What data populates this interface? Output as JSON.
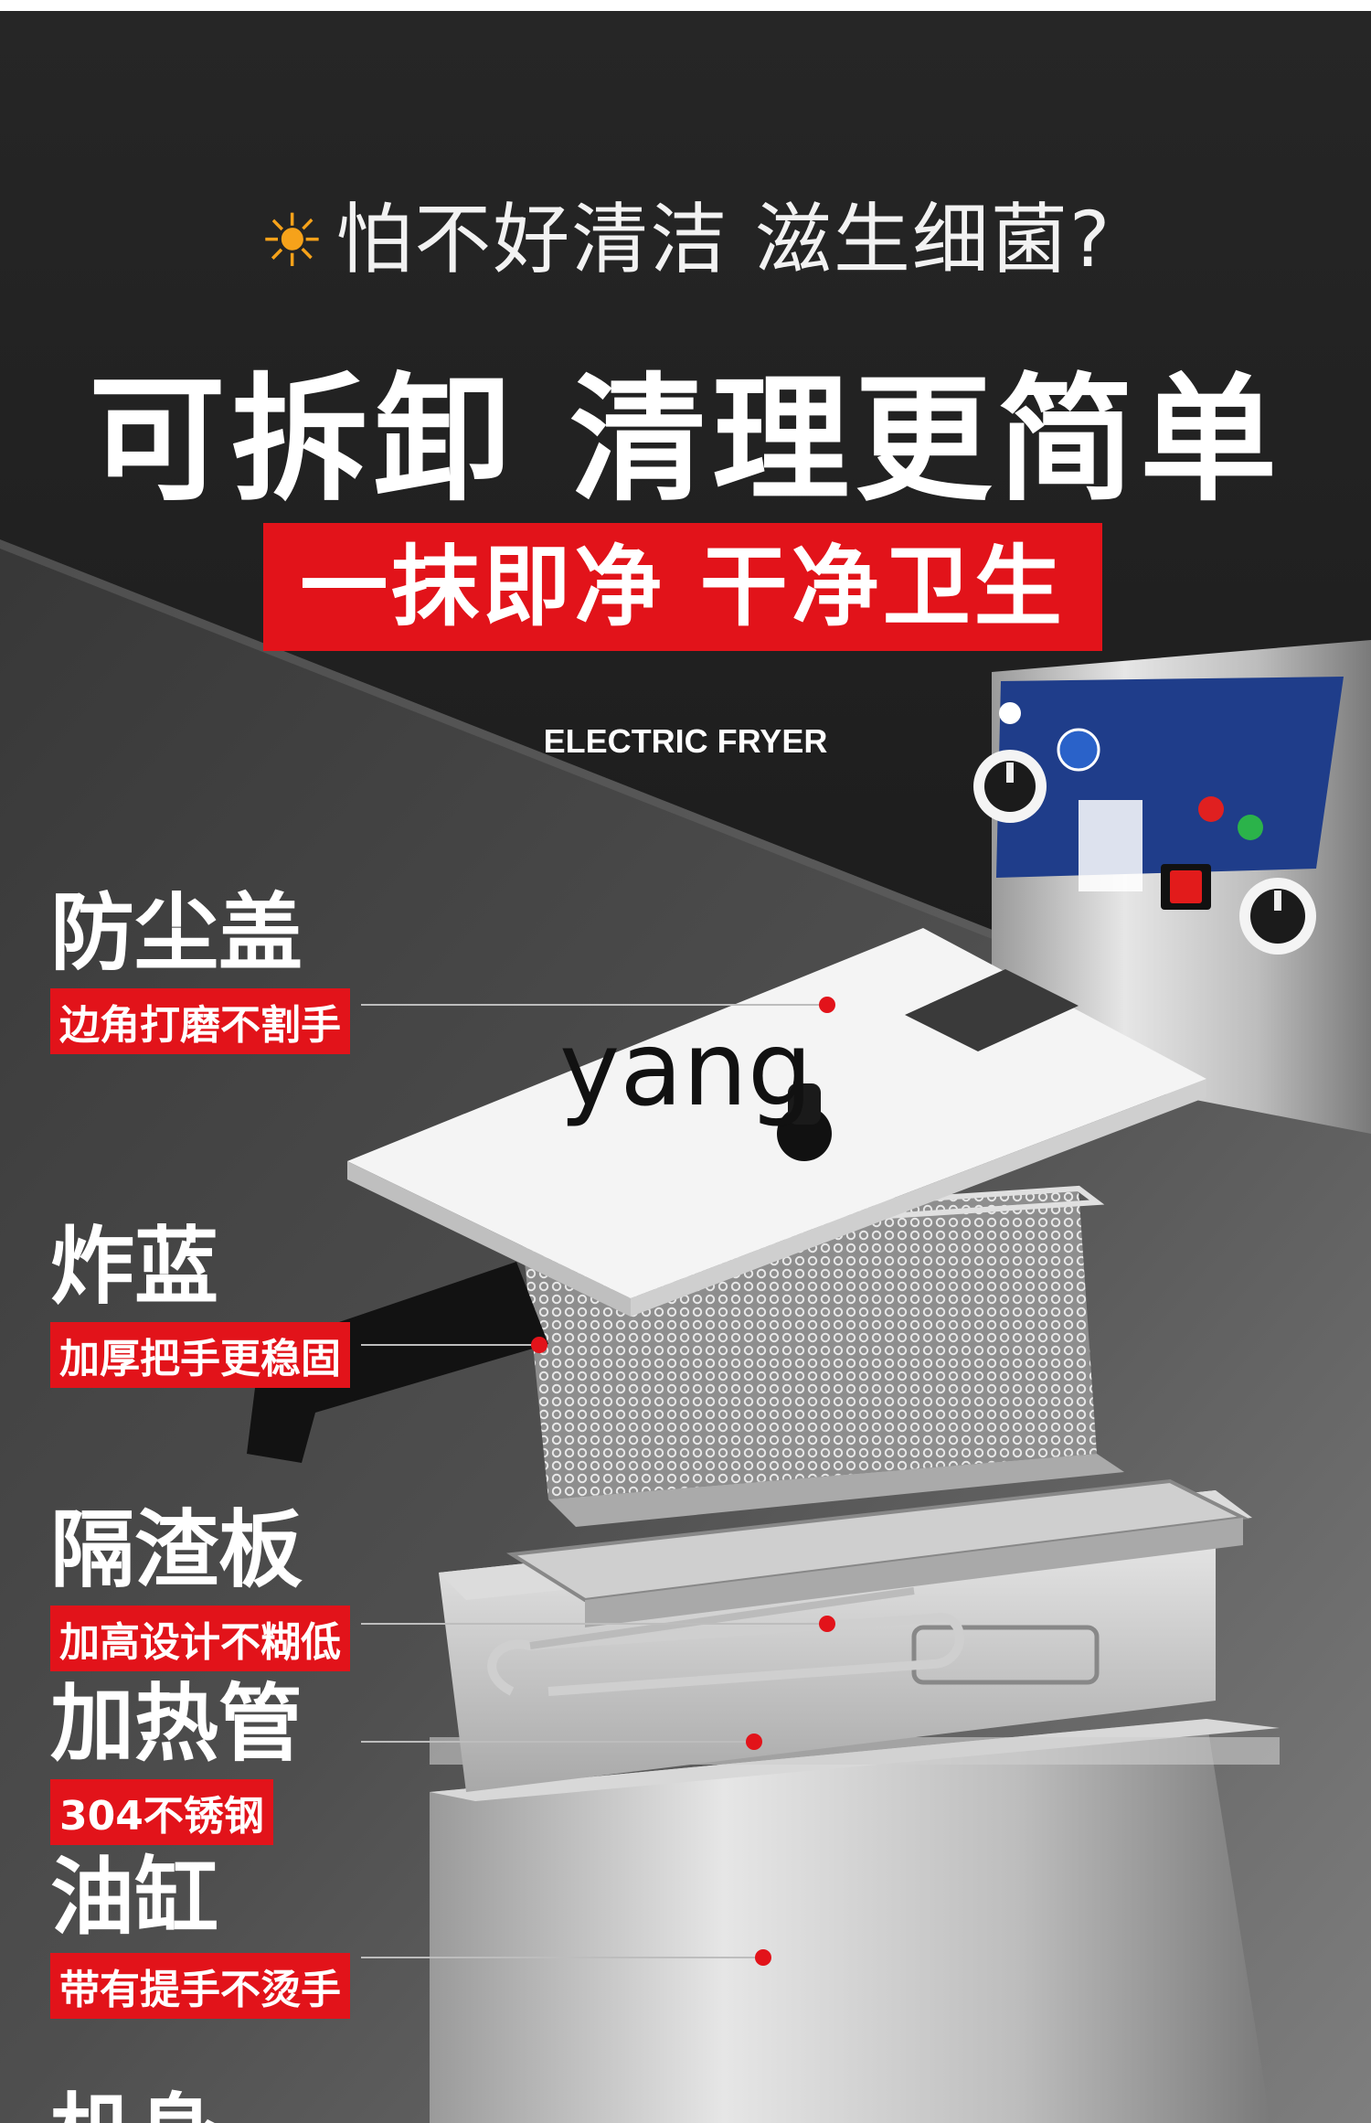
{
  "header": {
    "subtitle": "怕不好清洁 滋生细菌?",
    "headline": "可拆卸 清理更简单",
    "banner": "一抹即净 干净卫生",
    "product_line": "ELECTRIC FRYER"
  },
  "watermark": "yang",
  "callouts": [
    {
      "name": "防尘盖",
      "tag": "边角打磨不割手"
    },
    {
      "name": "炸蓝",
      "tag": "加厚把手更稳固"
    },
    {
      "name": "隔渣板",
      "tag": "加高设计不糊低"
    },
    {
      "name": "加热管",
      "tag": "304不锈钢"
    },
    {
      "name": "油缸",
      "tag": "带有提手不烫手"
    }
  ],
  "cut_label": "机身",
  "colors": {
    "accent_red": "#e2131a",
    "sun_orange": "#f6a21a",
    "panel_blue": "#1f3d8a"
  },
  "icons": [
    "sun-icon",
    "knob-icon",
    "power-switch-icon",
    "indicator-light-icon"
  ]
}
